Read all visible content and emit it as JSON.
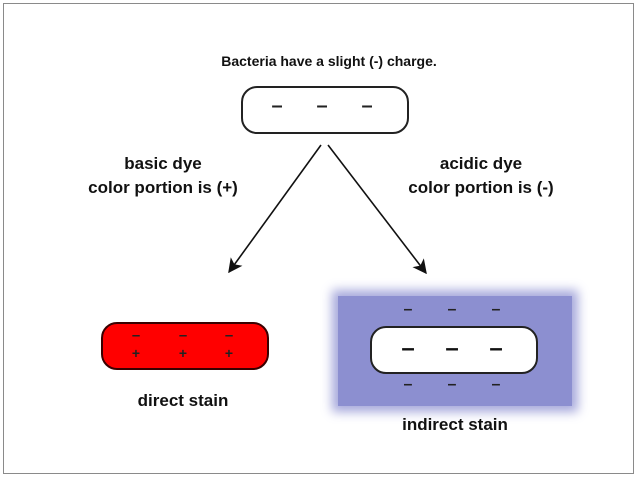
{
  "title": "Bacteria have a slight (-) charge.",
  "top_cell": {
    "signs": [
      "–",
      "–",
      "–"
    ]
  },
  "left_branch": {
    "line1": "basic dye",
    "line2": "color portion is (+)"
  },
  "right_branch": {
    "line1": "acidic dye",
    "line2": "color portion is (-)"
  },
  "direct_stain": {
    "label": "direct stain",
    "fill_color": "#ff0000",
    "top_signs": [
      "–",
      "–",
      "–"
    ],
    "bottom_signs": [
      "+",
      "+",
      "+"
    ]
  },
  "indirect_stain": {
    "label": "indirect stain",
    "background_color": "#8c8fd0",
    "inner_signs": [
      "–",
      "–",
      "–"
    ],
    "outer_top_signs": [
      "–",
      "–",
      "–"
    ],
    "outer_bottom_signs": [
      "–",
      "–",
      "–"
    ]
  }
}
